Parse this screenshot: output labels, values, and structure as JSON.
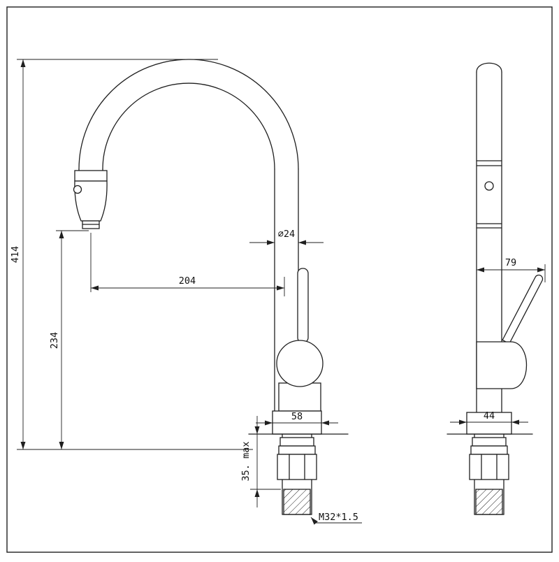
{
  "drawing": {
    "subject": "Pull-down kitchen faucet, dimensioned two-view technical drawing",
    "line_color": "#1f1f1f",
    "background_color": "#ffffff"
  },
  "front_view": {
    "overall_height": "414",
    "outlet_height": "234",
    "spout_reach": "204",
    "spout_diameter": "⌀24",
    "base_width": "58",
    "deck_thickness_max": "35. max",
    "thread_spec": "M32*1.5"
  },
  "side_view": {
    "depth": "79",
    "base_depth": "44"
  }
}
